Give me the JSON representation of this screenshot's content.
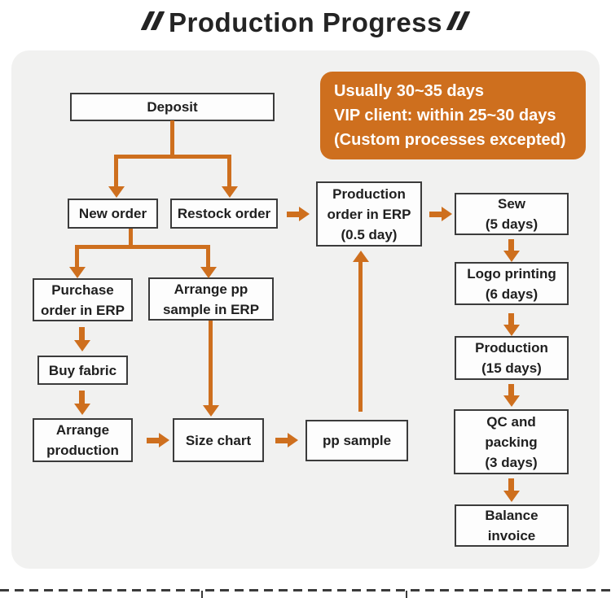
{
  "title": {
    "text": "Production Progress"
  },
  "callout": {
    "lines": [
      "Usually 30~35 days",
      "VIP client: within 25~30 days",
      "(Custom processes excepted)"
    ]
  },
  "nodes": {
    "deposit": {
      "label": "Deposit"
    },
    "new_order": {
      "label": "New order"
    },
    "restock_order": {
      "label": "Restock order"
    },
    "purchase_order": {
      "label": "Purchase\norder in ERP"
    },
    "arrange_pp_sample": {
      "label": "Arrange pp\nsample in ERP"
    },
    "buy_fabric": {
      "label": "Buy fabric"
    },
    "arrange_production": {
      "label": "Arrange\nproduction"
    },
    "size_chart": {
      "label": "Size chart"
    },
    "pp_sample": {
      "label": "pp sample"
    },
    "production_order": {
      "label": "Production\norder in ERP\n(0.5 day)"
    },
    "sew": {
      "label": "Sew\n(5 days)"
    },
    "logo_printing": {
      "label": "Logo printing\n(6 days)"
    },
    "production": {
      "label": "Production\n(15 days)"
    },
    "qc_packing": {
      "label": "QC and\npacking\n(3 days)"
    },
    "balance_invoice": {
      "label": "Balance\ninvoice"
    }
  },
  "colors": {
    "accent_orange": "#ce6f1e",
    "panel_bg": "#f1f1f0",
    "box_border": "#3b3b3b",
    "box_bg": "#fdfdfd",
    "callout_text": "#ffffff",
    "title_text": "#242424"
  }
}
